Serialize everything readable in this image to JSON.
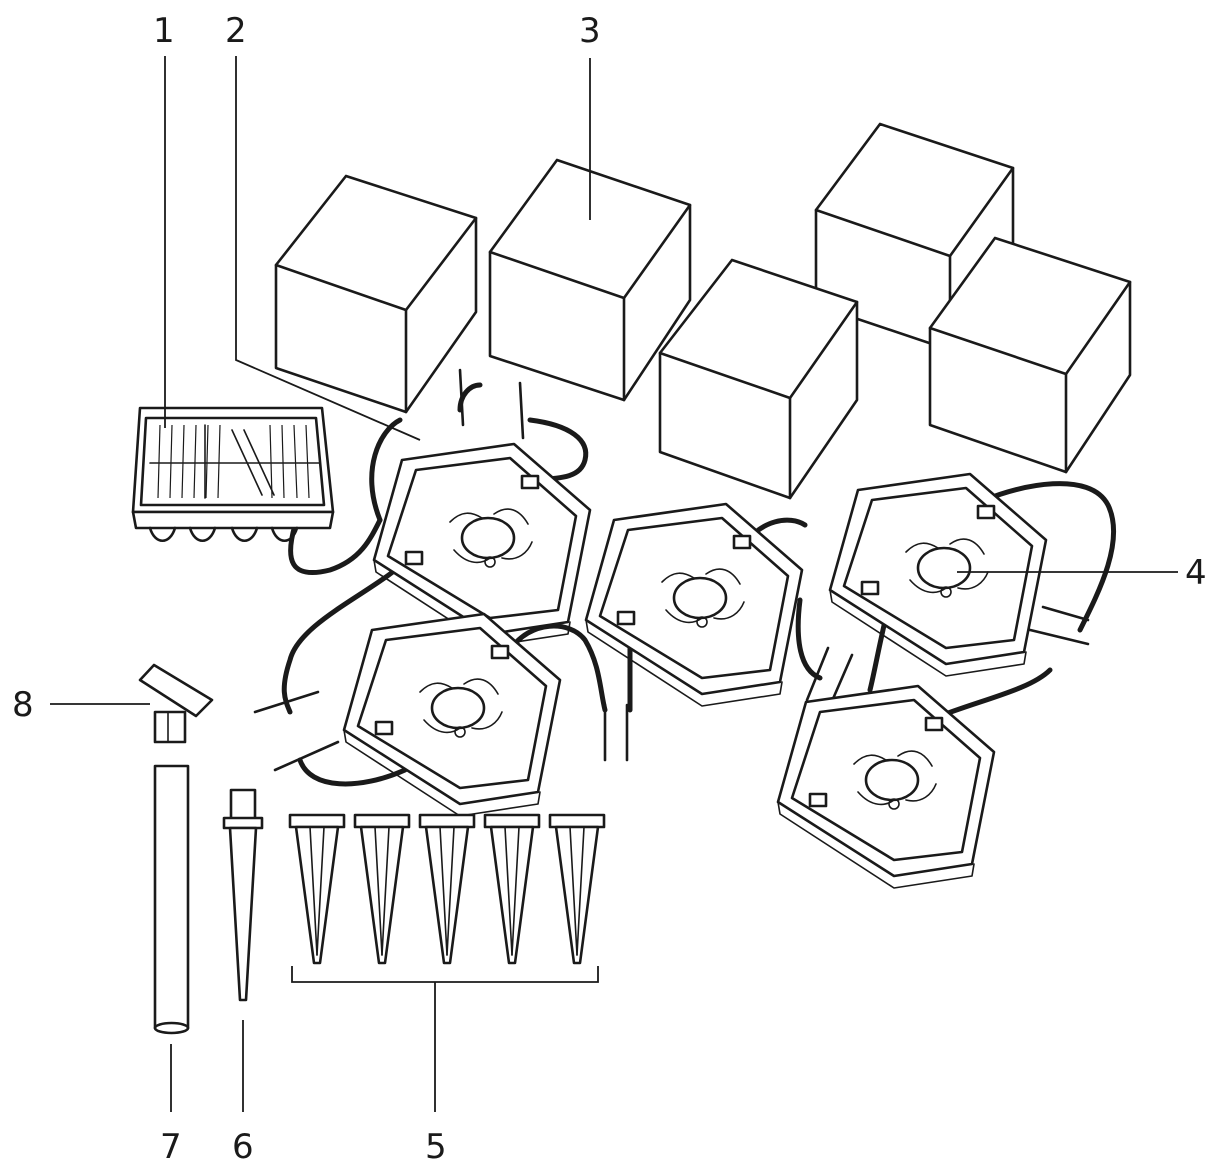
{
  "diagram": {
    "style": "line-art",
    "colors": {
      "ink": "#1a1a1a",
      "paper": "#ffffff"
    },
    "callouts": [
      {
        "id": "1",
        "label": "1"
      },
      {
        "id": "2",
        "label": "2"
      },
      {
        "id": "3",
        "label": "3"
      },
      {
        "id": "4",
        "label": "4"
      },
      {
        "id": "5",
        "label": "5"
      },
      {
        "id": "6",
        "label": "6"
      },
      {
        "id": "7",
        "label": "7"
      },
      {
        "id": "8",
        "label": "8"
      }
    ],
    "components": {
      "solar_panel_count": 1,
      "cube_count": 5,
      "light_base_count": 5,
      "ground_spike_count": 5
    }
  }
}
